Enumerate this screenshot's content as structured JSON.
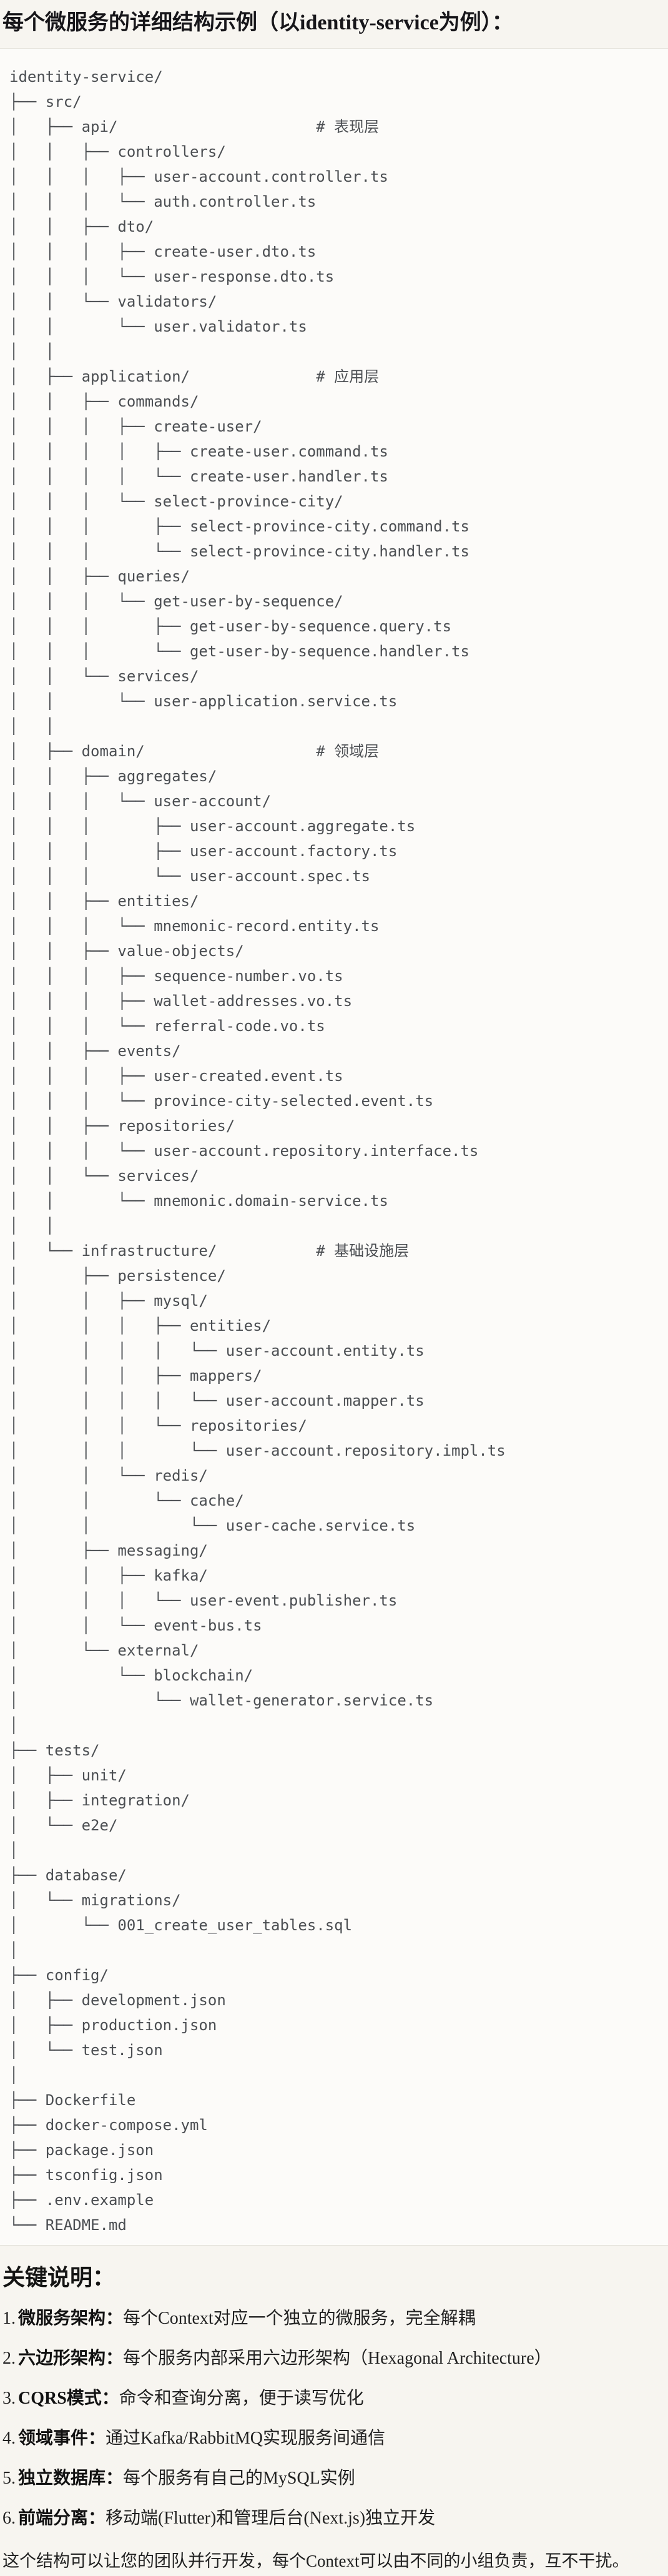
{
  "page": {
    "title": "每个微服务的详细结构示例（以identity-service为例）：",
    "section_heading": "关键说明：",
    "closing_paragraph": "这个结构可以让您的团队并行开发，每个Context可以由不同的小组负责，互不干扰。",
    "colors": {
      "page_bg": "#f7f5f0",
      "code_bg": "#fcfbf9",
      "code_border": "#e5e3dc",
      "tree_text": "#4b4e52",
      "heading_text": "#141413",
      "body_text": "#212121"
    }
  },
  "file_tree": {
    "root": "identity-service/",
    "layer_comments": [
      "# 表现层",
      "# 应用层",
      "# 领域层",
      "# 基础设施层"
    ],
    "lines": [
      "identity-service/",
      "├── src/",
      "│   ├── api/                      # 表现层",
      "│   │   ├── controllers/",
      "│   │   │   ├── user-account.controller.ts",
      "│   │   │   └── auth.controller.ts",
      "│   │   ├── dto/",
      "│   │   │   ├── create-user.dto.ts",
      "│   │   │   └── user-response.dto.ts",
      "│   │   └── validators/",
      "│   │       └── user.validator.ts",
      "│   │",
      "│   ├── application/              # 应用层",
      "│   │   ├── commands/",
      "│   │   │   ├── create-user/",
      "│   │   │   │   ├── create-user.command.ts",
      "│   │   │   │   └── create-user.handler.ts",
      "│   │   │   └── select-province-city/",
      "│   │   │       ├── select-province-city.command.ts",
      "│   │   │       └── select-province-city.handler.ts",
      "│   │   ├── queries/",
      "│   │   │   └── get-user-by-sequence/",
      "│   │   │       ├── get-user-by-sequence.query.ts",
      "│   │   │       └── get-user-by-sequence.handler.ts",
      "│   │   └── services/",
      "│   │       └── user-application.service.ts",
      "│   │",
      "│   ├── domain/                   # 领域层",
      "│   │   ├── aggregates/",
      "│   │   │   └── user-account/",
      "│   │   │       ├── user-account.aggregate.ts",
      "│   │   │       ├── user-account.factory.ts",
      "│   │   │       └── user-account.spec.ts",
      "│   │   ├── entities/",
      "│   │   │   └── mnemonic-record.entity.ts",
      "│   │   ├── value-objects/",
      "│   │   │   ├── sequence-number.vo.ts",
      "│   │   │   ├── wallet-addresses.vo.ts",
      "│   │   │   └── referral-code.vo.ts",
      "│   │   ├── events/",
      "│   │   │   ├── user-created.event.ts",
      "│   │   │   └── province-city-selected.event.ts",
      "│   │   ├── repositories/",
      "│   │   │   └── user-account.repository.interface.ts",
      "│   │   └── services/",
      "│   │       └── mnemonic.domain-service.ts",
      "│   │",
      "│   └── infrastructure/           # 基础设施层",
      "│       ├── persistence/",
      "│       │   ├── mysql/",
      "│       │   │   ├── entities/",
      "│       │   │   │   └── user-account.entity.ts",
      "│       │   │   ├── mappers/",
      "│       │   │   │   └── user-account.mapper.ts",
      "│       │   │   └── repositories/",
      "│       │   │       └── user-account.repository.impl.ts",
      "│       │   └── redis/",
      "│       │       └── cache/",
      "│       │           └── user-cache.service.ts",
      "│       ├── messaging/",
      "│       │   ├── kafka/",
      "│       │   │   └── user-event.publisher.ts",
      "│       │   └── event-bus.ts",
      "│       └── external/",
      "│           └── blockchain/",
      "│               └── wallet-generator.service.ts",
      "│",
      "├── tests/",
      "│   ├── unit/",
      "│   ├── integration/",
      "│   └── e2e/",
      "│",
      "├── database/",
      "│   └── migrations/",
      "│       └── 001_create_user_tables.sql",
      "│",
      "├── config/",
      "│   ├── development.json",
      "│   ├── production.json",
      "│   └── test.json",
      "│",
      "├── Dockerfile",
      "├── docker-compose.yml",
      "├── package.json",
      "├── tsconfig.json",
      "├── .env.example",
      "└── README.md"
    ]
  },
  "key_points": [
    {
      "num": "1.",
      "label": "微服务架构：",
      "text": "每个Context对应一个独立的微服务，完全解耦"
    },
    {
      "num": "2.",
      "label": "六边形架构：",
      "text": "每个服务内部采用六边形架构（Hexagonal Architecture）"
    },
    {
      "num": "3.",
      "label": "CQRS模式：",
      "text": "命令和查询分离，便于读写优化"
    },
    {
      "num": "4.",
      "label": "领域事件：",
      "text": "通过Kafka/RabbitMQ实现服务间通信"
    },
    {
      "num": "5.",
      "label": "独立数据库：",
      "text": "每个服务有自己的MySQL实例"
    },
    {
      "num": "6.",
      "label": "前端分离：",
      "text": "移动端(Flutter)和管理后台(Next.js)独立开发"
    }
  ]
}
